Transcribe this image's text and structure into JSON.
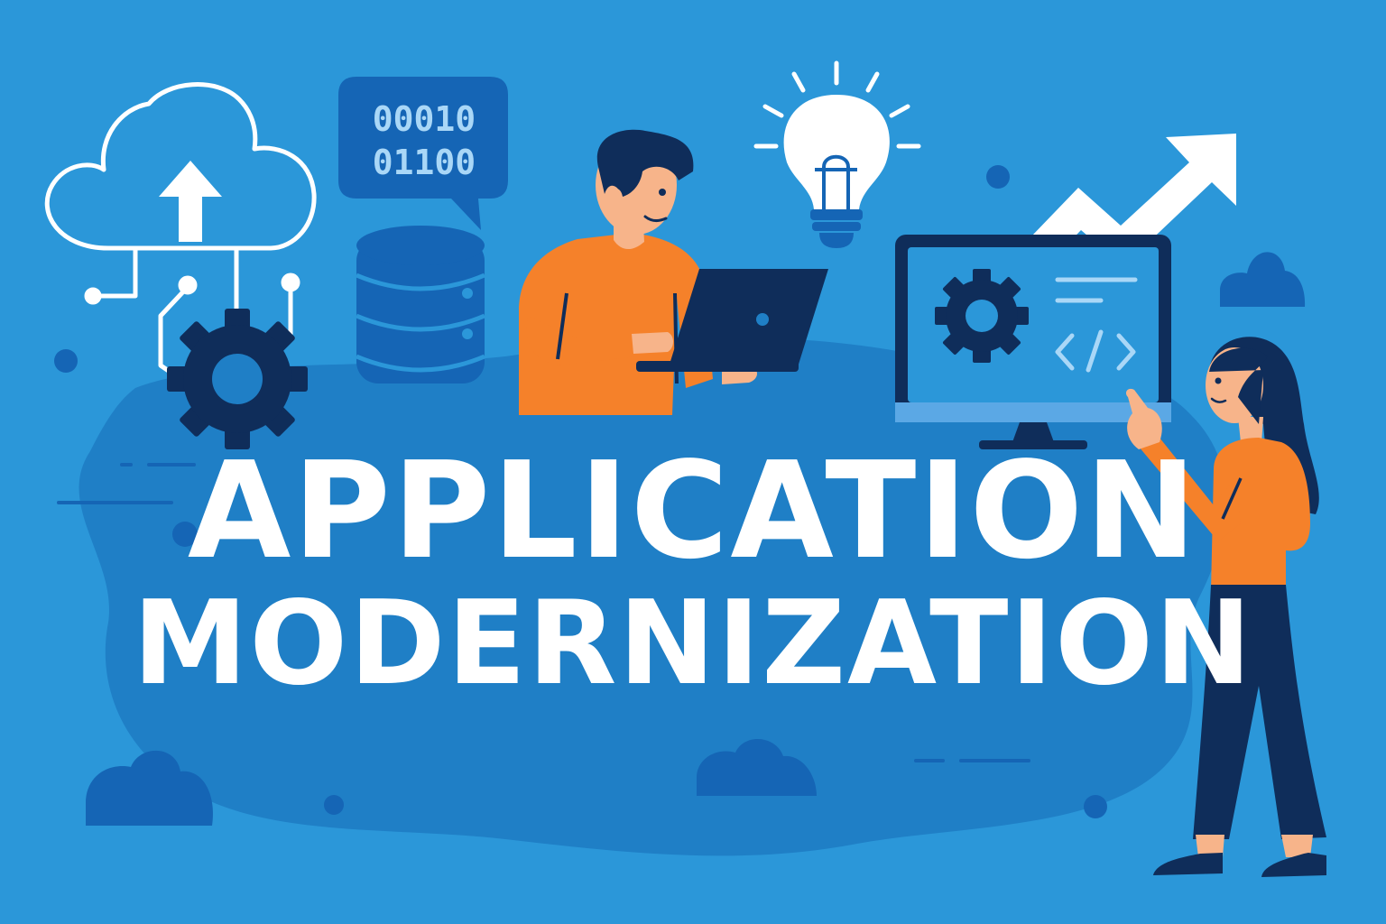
{
  "headline": {
    "line1": "APPLICATION",
    "line2": "MODERNIZATION"
  },
  "binary_bubble": {
    "row1": "00010",
    "row2": "01100"
  },
  "colors": {
    "background": "#2b97d9",
    "blob": "#1f7fc6",
    "navy": "#0f2d5a",
    "orange": "#f5812a",
    "skin": "#f7b48a",
    "white": "#ffffff",
    "light_blue": "#a9d7f7"
  },
  "icons": [
    "cloud-upload-icon",
    "gear-icon",
    "database-icon",
    "binary-chat-bubble-icon",
    "lightbulb-icon",
    "trend-arrow-icon",
    "monitor-icon",
    "code-icon",
    "small-cloud-icon"
  ]
}
